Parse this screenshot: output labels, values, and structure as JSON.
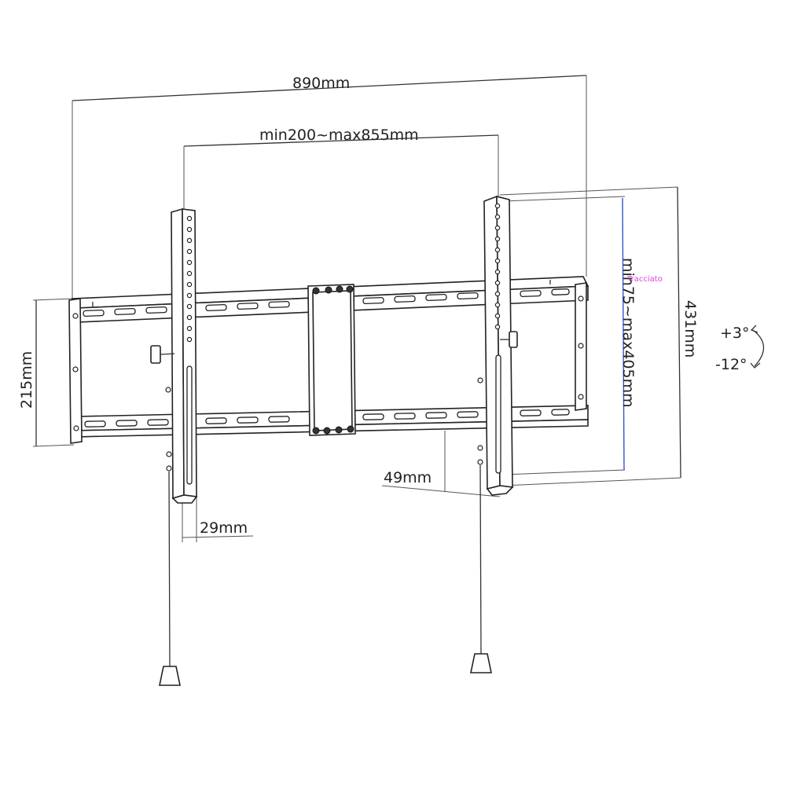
{
  "dimensions": {
    "overall_width": "890mm",
    "vesa_horizontal": "min200~max855mm",
    "height": "431mm",
    "vesa_vertical": "min75~max405mm",
    "plate_height": "215mm",
    "wall_distance": "49mm",
    "arm_width": "29mm"
  },
  "tilt": {
    "up": "+3°",
    "down": "-12°"
  },
  "watermark": {
    "text": "Tracciato",
    "color": "#e040e0"
  },
  "colors": {
    "line": "#333333",
    "vesa_vertical_line": "#3355cc"
  }
}
